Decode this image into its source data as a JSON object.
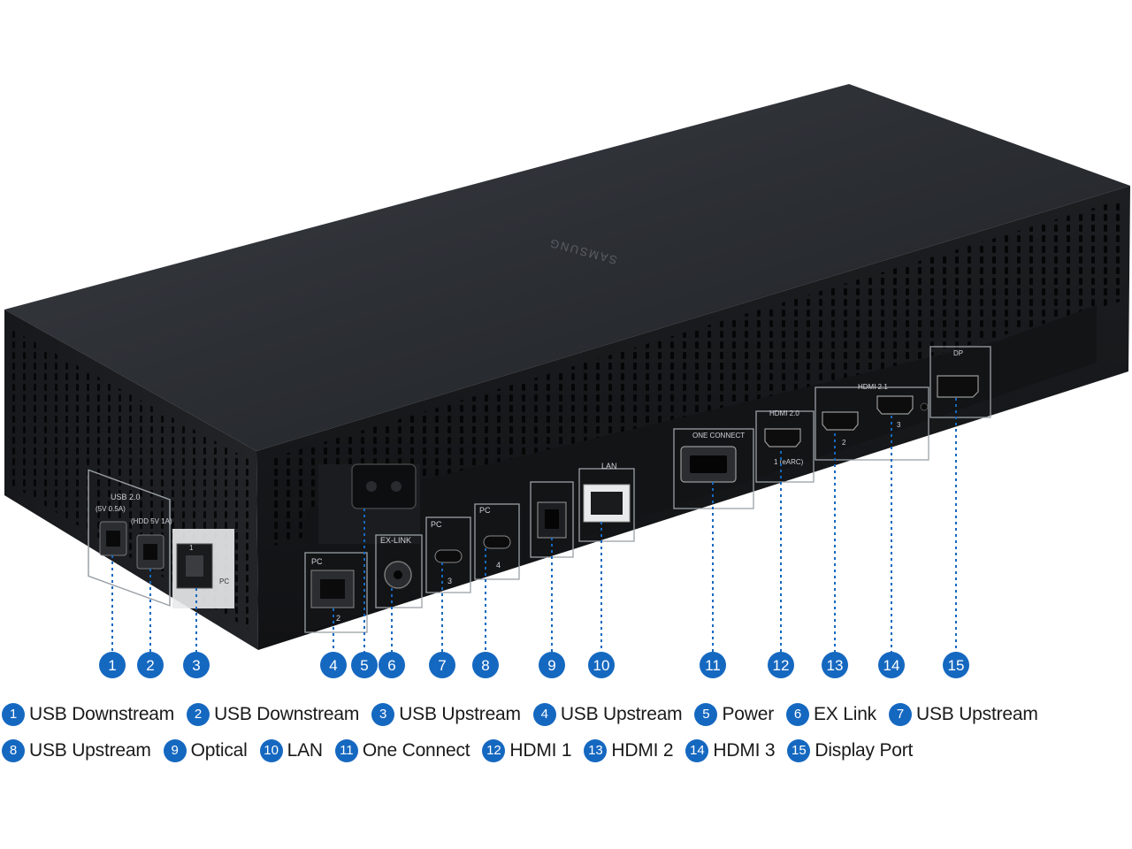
{
  "device": {
    "brand_mark": "SAMSUNG",
    "port_labels": {
      "usb20": "USB 2.0",
      "usb_rating_1": "(5V 0.5A)",
      "usb_rating_2": "(HDD 5V 1A)",
      "pc": "PC",
      "ex_link": "EX-LINK",
      "lan": "LAN",
      "one_connect": "ONE CONNECT",
      "hdmi20": "HDMI 2.0",
      "hdmi21": "HDMI 2.1",
      "dp": "DP",
      "earc": "1 (eARC)",
      "num_1": "1",
      "num_2": "2",
      "num_3": "3",
      "num_4": "4"
    }
  },
  "callouts": [
    "1",
    "2",
    "3",
    "4",
    "5",
    "6",
    "7",
    "8",
    "9",
    "10",
    "11",
    "12",
    "13",
    "14",
    "15"
  ],
  "legend": {
    "row1": [
      {
        "num": "1",
        "label": "USB Downstream"
      },
      {
        "num": "2",
        "label": "USB Downstream"
      },
      {
        "num": "3",
        "label": "USB Upstream"
      },
      {
        "num": "4",
        "label": "USB Upstream"
      },
      {
        "num": "5",
        "label": "Power"
      },
      {
        "num": "6",
        "label": "EX Link"
      },
      {
        "num": "7",
        "label": "USB Upstream"
      }
    ],
    "row2": [
      {
        "num": "8",
        "label": "USB Upstream"
      },
      {
        "num": "9",
        "label": "Optical"
      },
      {
        "num": "10",
        "label": "LAN"
      },
      {
        "num": "11",
        "label": "One Connect"
      },
      {
        "num": "12",
        "label": "HDMI 1"
      },
      {
        "num": "13",
        "label": "HDMI 2"
      },
      {
        "num": "14",
        "label": "HDMI 3"
      },
      {
        "num": "15",
        "label": "Display Port"
      }
    ]
  },
  "colors": {
    "accent": "#1568c0",
    "device_body": "#202226",
    "background": "#ffffff"
  }
}
